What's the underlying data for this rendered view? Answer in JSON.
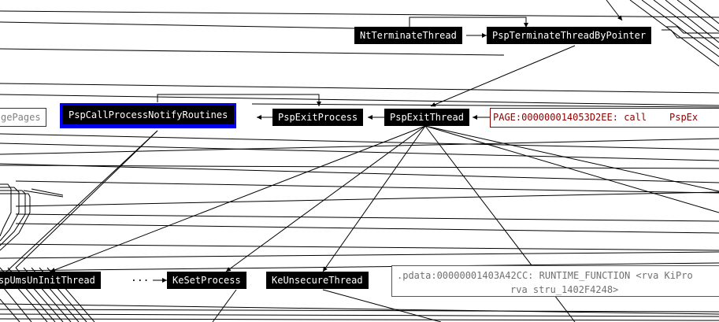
{
  "nodes": {
    "nt_terminate_thread": "NtTerminateThread",
    "psp_terminate_thread_by_pointer": "PspTerminateThreadByPointer",
    "page_partial": "gePages",
    "psp_call_process_notify_routines": "PspCallProcessNotifyRoutines",
    "psp_exit_process": "PspExitProcess",
    "psp_exit_thread": "PspExitThread",
    "psp_ums_uninit_thread": "spUmsUnInitThread",
    "ellipsis": "...",
    "ke_set_process": "KeSetProcess",
    "ke_unsecure_thread": "KeUnsecureThread"
  },
  "code_box": {
    "address": "PAGE:000000014053D2EE:",
    "mnemonic": "call",
    "operand": "PspEx"
  },
  "pdata_box": {
    "line1": ".pdata:00000001403A42CC: RUNTIME_FUNCTION <rva KiPro",
    "line2": "rva stru_1402F4248>"
  },
  "colors": {
    "selected_border": "#0000ee",
    "node_bg": "#000000",
    "code_text": "#8b0000",
    "pdata_text": "#707070"
  }
}
